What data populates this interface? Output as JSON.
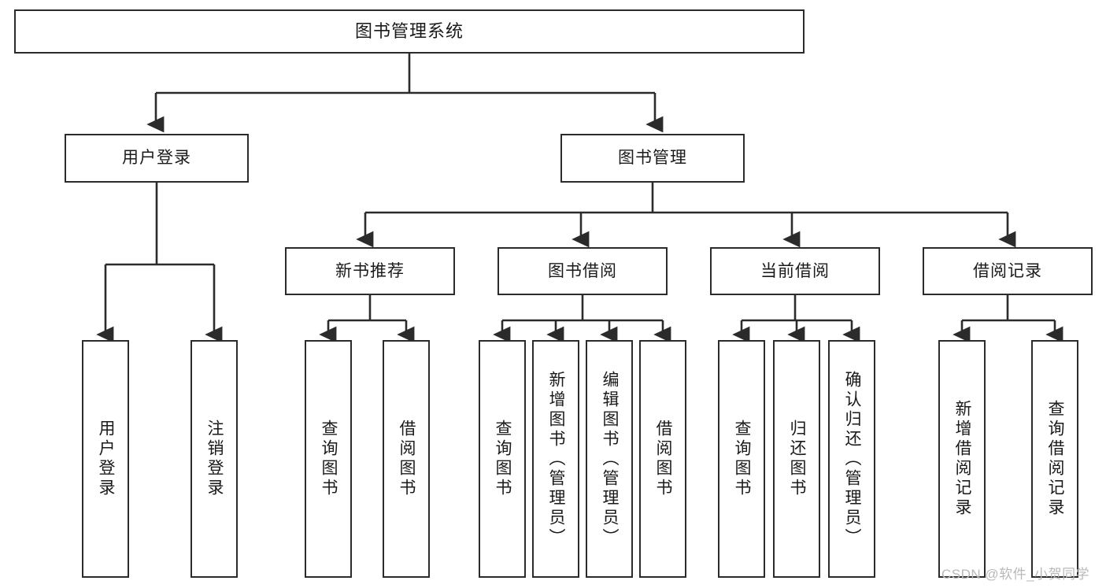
{
  "diagram": {
    "type": "tree-hierarchy-chart",
    "title": "图书管理系统",
    "orientation": "top-down",
    "colors": {
      "border": "#2b2b2b",
      "background": "#ffffff",
      "text": "#1a1a1a",
      "watermark": "#b9b9b9"
    },
    "nodes": {
      "root": {
        "label": "图书管理系统"
      },
      "level2": [
        {
          "id": "user-login",
          "label": "用户登录"
        },
        {
          "id": "book-manage",
          "label": "图书管理"
        }
      ],
      "level3": [
        {
          "id": "new-book-recommend",
          "label": "新书推荐"
        },
        {
          "id": "book-borrow",
          "label": "图书借阅"
        },
        {
          "id": "current-borrow",
          "label": "当前借阅"
        },
        {
          "id": "borrow-record",
          "label": "借阅记录"
        }
      ],
      "leaves": {
        "user_login": [
          {
            "id": "leaf-user-login",
            "label": "用户登录"
          },
          {
            "id": "leaf-logout-login",
            "label": "注销登录"
          }
        ],
        "new_book_recommend": [
          {
            "id": "leaf-query-book-1",
            "label": "查询图书"
          },
          {
            "id": "leaf-borrow-book-1",
            "label": "借阅图书"
          }
        ],
        "book_borrow": [
          {
            "id": "leaf-query-book-2",
            "label": "查询图书"
          },
          {
            "id": "leaf-add-book",
            "label": "新增图书（管理员）"
          },
          {
            "id": "leaf-edit-book",
            "label": "编辑图书（管理员）"
          },
          {
            "id": "leaf-borrow-book-2",
            "label": "借阅图书"
          }
        ],
        "current_borrow": [
          {
            "id": "leaf-query-book-3",
            "label": "查询图书"
          },
          {
            "id": "leaf-return-book",
            "label": "归还图书"
          },
          {
            "id": "leaf-confirm-return",
            "label": "确认归还（管理员）"
          }
        ],
        "borrow_record": [
          {
            "id": "leaf-add-record",
            "label": "新增借阅记录"
          },
          {
            "id": "leaf-query-record",
            "label": "查询借阅记录"
          }
        ]
      }
    }
  },
  "watermark": {
    "text": "CSDN @软件_小贺同学"
  }
}
